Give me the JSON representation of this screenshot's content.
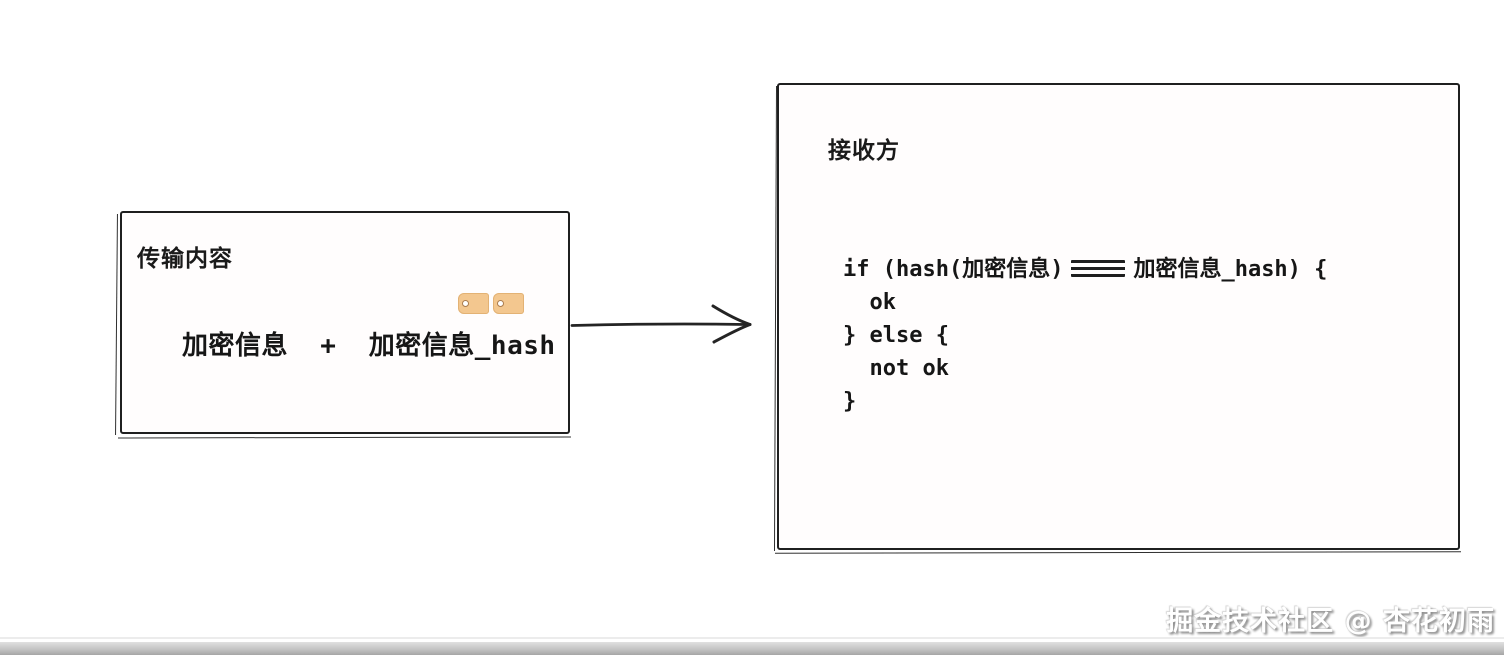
{
  "colors": {
    "stroke": "#1f1f1f",
    "tag_fill": "#f3c78f",
    "tag_hole_ring": "#aa7c4f",
    "watermark_text": "#ffffff",
    "bottom_bar_top": "#e0e0e0",
    "bottom_bar_bottom": "#a6a6a6"
  },
  "icons": {
    "tags": "tag-icon",
    "arrow": "arrow-right-icon"
  },
  "transmission_box": {
    "title": "传输内容",
    "payload": "加密信息  +  加密信息_hash",
    "tag_icons": [
      "tag-icon",
      "tag-icon"
    ]
  },
  "receiver_box": {
    "title": "接收方",
    "code_lines": [
      "if (hash(加密信息) === 加密信息_hash) {",
      "  ok",
      "} else {",
      "  not ok",
      "}"
    ]
  },
  "watermark": {
    "text": "掘金技术社区 @ 杏花初雨"
  }
}
